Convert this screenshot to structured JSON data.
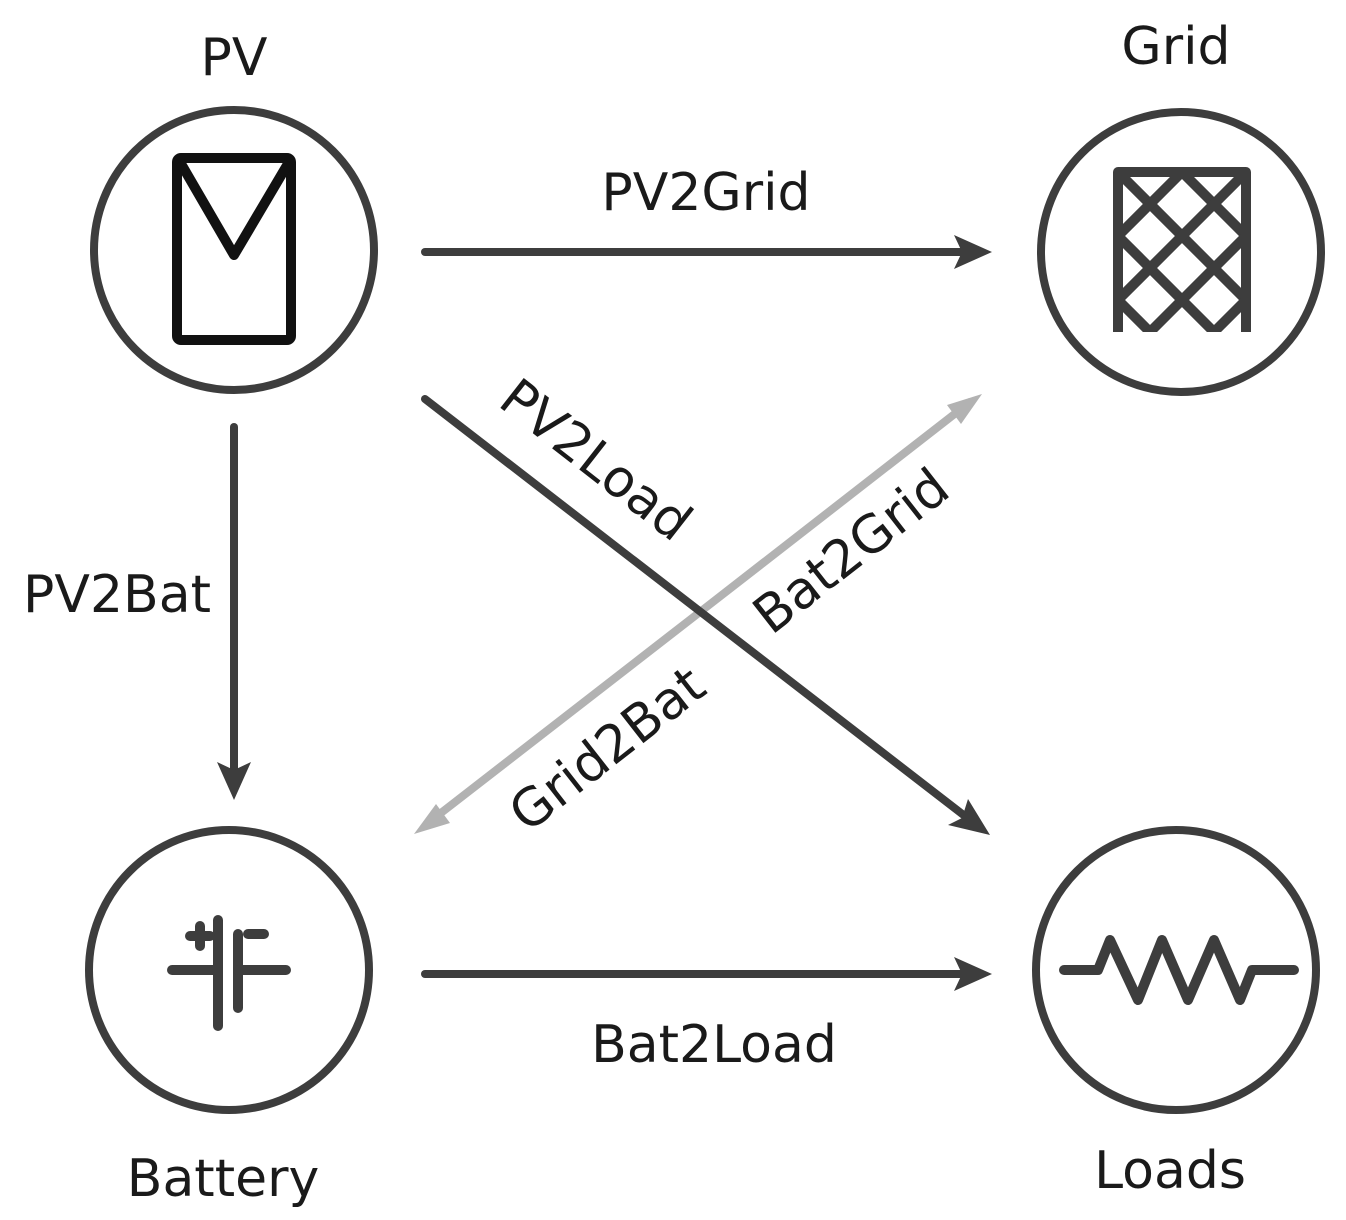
{
  "diagram": {
    "colors": {
      "dark": "#3d3d3d",
      "light": "#b2b2b2",
      "text": "#1a1a1a"
    },
    "nodes": {
      "pv": {
        "label": "PV",
        "icon": "solar-panel-icon"
      },
      "grid": {
        "label": "Grid",
        "icon": "grid-tower-icon"
      },
      "battery": {
        "label": "Battery",
        "icon": "battery-icon"
      },
      "loads": {
        "label": "Loads",
        "icon": "resistor-icon"
      }
    },
    "flows": {
      "pv2grid": {
        "label": "PV2Grid"
      },
      "pv2bat": {
        "label": "PV2Bat"
      },
      "pv2load": {
        "label": "PV2Load"
      },
      "bat2grid": {
        "label": "Bat2Grid"
      },
      "grid2bat": {
        "label": "Grid2Bat"
      },
      "bat2load": {
        "label": "Bat2Load"
      }
    }
  }
}
